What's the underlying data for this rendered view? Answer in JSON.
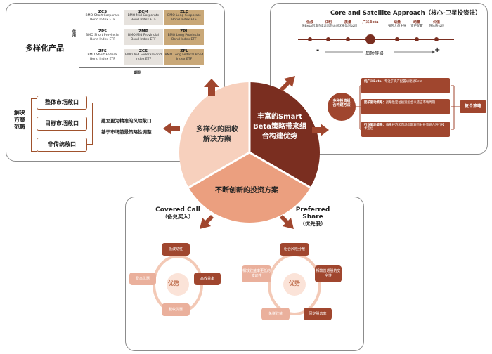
{
  "top_left": {
    "title": "多样化产品",
    "y_axis": "信用",
    "x_axis": "期限",
    "cells": [
      {
        "ticker": "ZCS",
        "name": "BMO Short Corporate Bond Index ETF"
      },
      {
        "ticker": "ZCM",
        "name": "BMO Mid Corporate Bond Index ETF"
      },
      {
        "ticker": "ZLC",
        "name": "BMO Long Corporate Bond Index ETF"
      },
      {
        "ticker": "ZPS",
        "name": "BMO Short Provincial Bond Index ETF"
      },
      {
        "ticker": "ZMP",
        "name": "BMO Mid Provincial Bond Index ETF"
      },
      {
        "ticker": "ZPL",
        "name": "BMO Long Provincial Bond Index ETF"
      },
      {
        "ticker": "ZFS",
        "name": "BMO Short Federal Bond Index ETF"
      },
      {
        "ticker": "ZCS",
        "name": "BMO Mid Federal Bond Index ETF"
      },
      {
        "ticker": "ZFL",
        "name": "BMO Long Federal Bond Index ETF"
      }
    ],
    "scope_label": "解决方案范畴",
    "exposures": [
      "整体市场敞口",
      "目标市场敞口",
      "非传统敞口"
    ],
    "notes": [
      "建立更为精准的风险敞口",
      "基于市场前景策略性调整"
    ]
  },
  "top_right": {
    "title": "Core and Satellite Approach（核心-卫星投资法）",
    "scale": [
      {
        "top": "低波",
        "bottom": "低Beta因素"
      },
      {
        "top": "红利",
        "bottom": "持续派息的公司"
      },
      {
        "top": "质量",
        "bottom": "优质盈利公司"
      },
      {
        "top": "广义Beta",
        "bottom": ""
      },
      {
        "top": "动量",
        "bottom": "强势大盘主导"
      },
      {
        "top": "动量",
        "bottom": "资产配置"
      },
      {
        "top": "价值",
        "bottom": "低估值公司"
      }
    ],
    "minus": "-",
    "plus": "+",
    "risk_label": "风险等级",
    "circle_label": "多种投资组合构建方法",
    "strategies": [
      {
        "name": "纯广义Beta：",
        "desc": "专注于资产配置以驱动Beta"
      },
      {
        "name": "因子驱动策略：",
        "desc": "战略性定位投资组合以适应市场周期"
      },
      {
        "name": "行业驱动策略：",
        "desc": "偏重经济和市场周期观点对投资组合进行技术定位"
      }
    ],
    "result": "复合策略"
  },
  "center": {
    "left": "多样化的固收解决方案",
    "right": "丰富的Smart Beta策略带来组合构建优势",
    "bottom": "不断创新的投资方案"
  },
  "bottom": {
    "covered_call": {
      "title_en": "Covered Call",
      "title_cn": "（备兑买入）",
      "center": "优势",
      "items": [
        "低波动性",
        "高收益率",
        "税收优惠",
        "费率优惠"
      ]
    },
    "preferred": {
      "title_en": "Preferred Share",
      "title_cn": "（优先股）",
      "center": "优势",
      "items": [
        "组合风险分散",
        "相较普通股的安全性",
        "固定股息率",
        "免税收益",
        "相较收益率更低的波动性"
      ]
    }
  },
  "colors": {
    "dark": "#a0462e",
    "mid": "#c98a6a",
    "light": "#f3c9b6",
    "accent_gold": "#c9a878"
  }
}
